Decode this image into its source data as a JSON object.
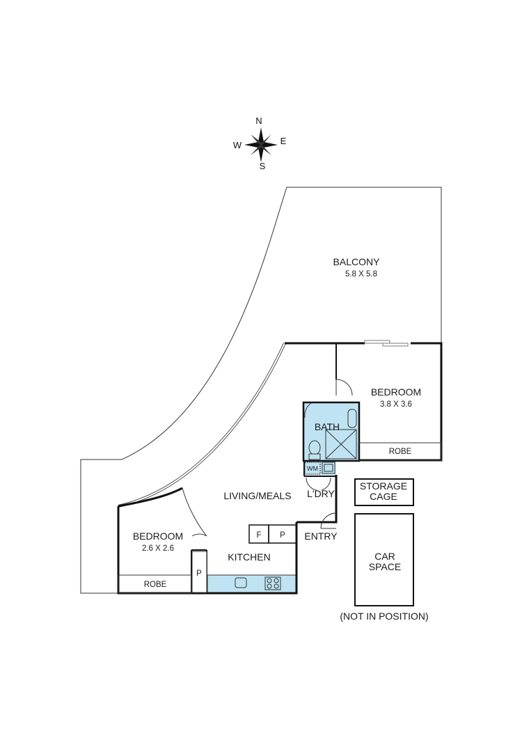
{
  "compass": {
    "n": "N",
    "e": "E",
    "s": "S",
    "w": "W"
  },
  "rooms": {
    "balcony": {
      "name": "BALCONY",
      "dims": "5.8 X 5.8"
    },
    "bedroom_main": {
      "name": "BEDROOM",
      "dims": "3.8 X 3.6"
    },
    "bedroom_second": {
      "name": "BEDROOM",
      "dims": "2.6 X 2.6"
    },
    "bath": {
      "name": "BATH"
    },
    "wm": "WM",
    "laundry": {
      "name": "L'DRY"
    },
    "living": {
      "name": "LIVING/MEALS"
    },
    "kitchen": {
      "name": "KITCHEN"
    },
    "entry": {
      "name": "ENTRY"
    },
    "robe_main": "ROBE",
    "robe_second": "ROBE",
    "fridge": "F",
    "pantry_1": "P",
    "pantry_2": "P"
  },
  "extras": {
    "storage": {
      "line1": "STORAGE",
      "line2": "CAGE"
    },
    "car": {
      "line1": "CAR",
      "line2": "SPACE"
    },
    "note": "(NOT IN POSITION)"
  },
  "colors": {
    "wet_area": "#bfe3f2",
    "wall": "#111111",
    "line": "#333333"
  }
}
